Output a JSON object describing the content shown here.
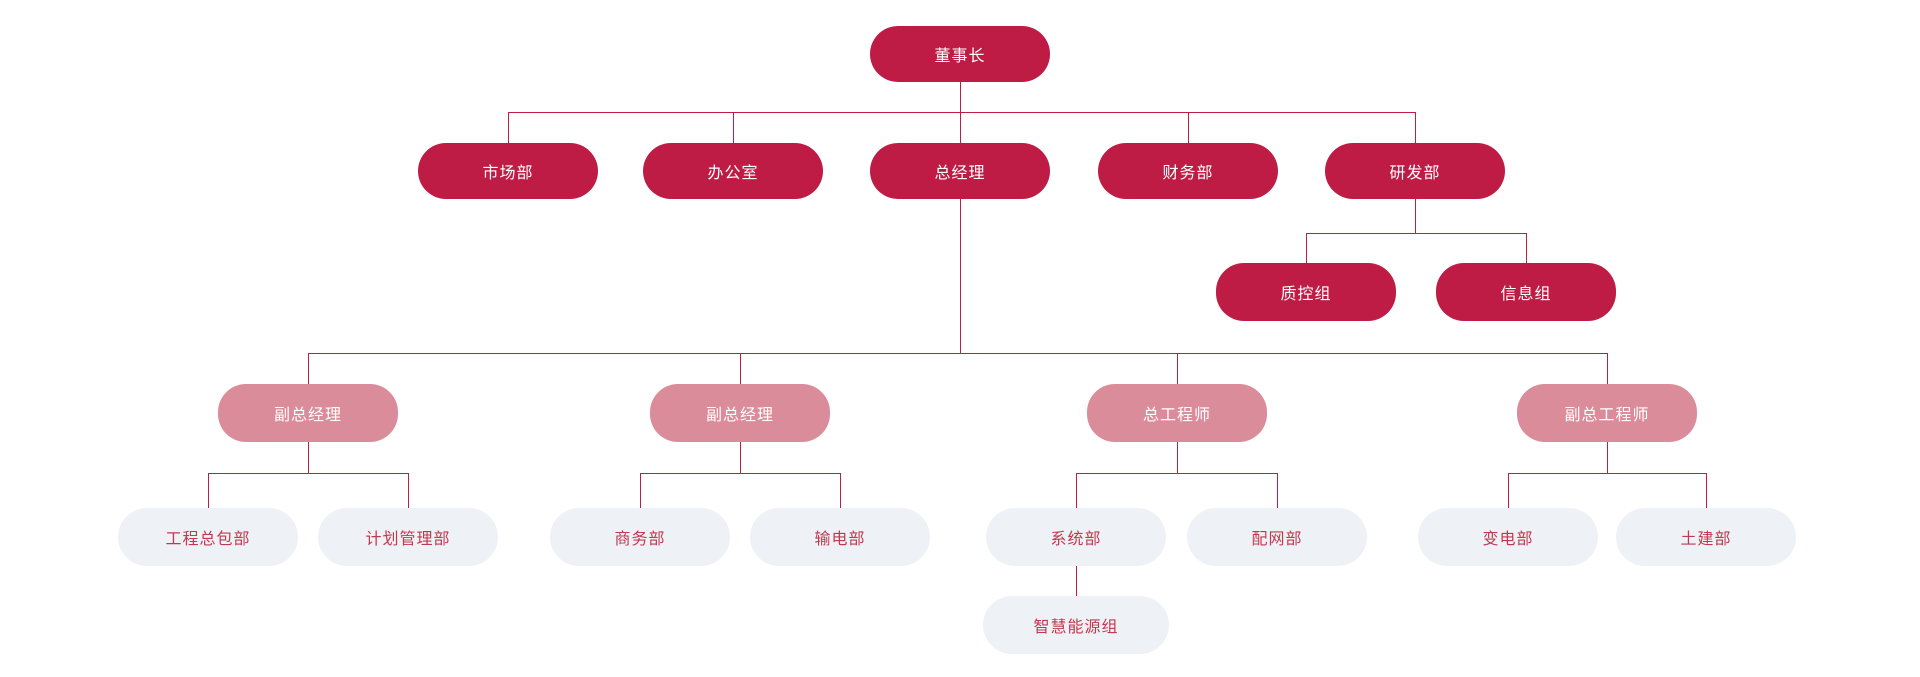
{
  "org_chart": {
    "nodes": {
      "chairman": {
        "label": "董事长"
      },
      "marketing_dept": {
        "label": "市场部"
      },
      "office": {
        "label": "办公室"
      },
      "general_manager": {
        "label": "总经理"
      },
      "finance_dept": {
        "label": "财务部"
      },
      "rnd_dept": {
        "label": "研发部"
      },
      "quality_control_group": {
        "label": "质控组"
      },
      "information_group": {
        "label": "信息组"
      },
      "deputy_gm_1": {
        "label": "副总经理"
      },
      "deputy_gm_2": {
        "label": "副总经理"
      },
      "chief_engineer": {
        "label": "总工程师"
      },
      "deputy_chief_engineer": {
        "label": "副总工程师"
      },
      "epc_dept": {
        "label": "工程总包部"
      },
      "planning_dept": {
        "label": "计划管理部"
      },
      "commerce_dept": {
        "label": "商务部"
      },
      "transmission_dept": {
        "label": "输电部"
      },
      "system_dept": {
        "label": "系统部"
      },
      "distribution_dept": {
        "label": "配网部"
      },
      "substation_dept": {
        "label": "变电部"
      },
      "civil_dept": {
        "label": "土建部"
      },
      "smart_energy_group": {
        "label": "智慧能源组"
      }
    },
    "hierarchy": {
      "chairman": [
        "marketing_dept",
        "office",
        "general_manager",
        "finance_dept",
        "rnd_dept"
      ],
      "rnd_dept": [
        "quality_control_group",
        "information_group"
      ],
      "general_manager": [
        "deputy_gm_1",
        "deputy_gm_2",
        "chief_engineer",
        "deputy_chief_engineer"
      ],
      "deputy_gm_1": [
        "epc_dept",
        "planning_dept"
      ],
      "deputy_gm_2": [
        "commerce_dept",
        "transmission_dept"
      ],
      "chief_engineer": [
        "system_dept",
        "distribution_dept"
      ],
      "deputy_chief_engineer": [
        "substation_dept",
        "civil_dept"
      ],
      "system_dept": [
        "smart_energy_group"
      ]
    },
    "colors": {
      "primary_node": "#be1c44",
      "secondary_node": "#db8c9b",
      "tertiary_node_bg": "#eef2f6",
      "tertiary_node_text": "#c2384f",
      "connector": "#c01c44"
    }
  }
}
